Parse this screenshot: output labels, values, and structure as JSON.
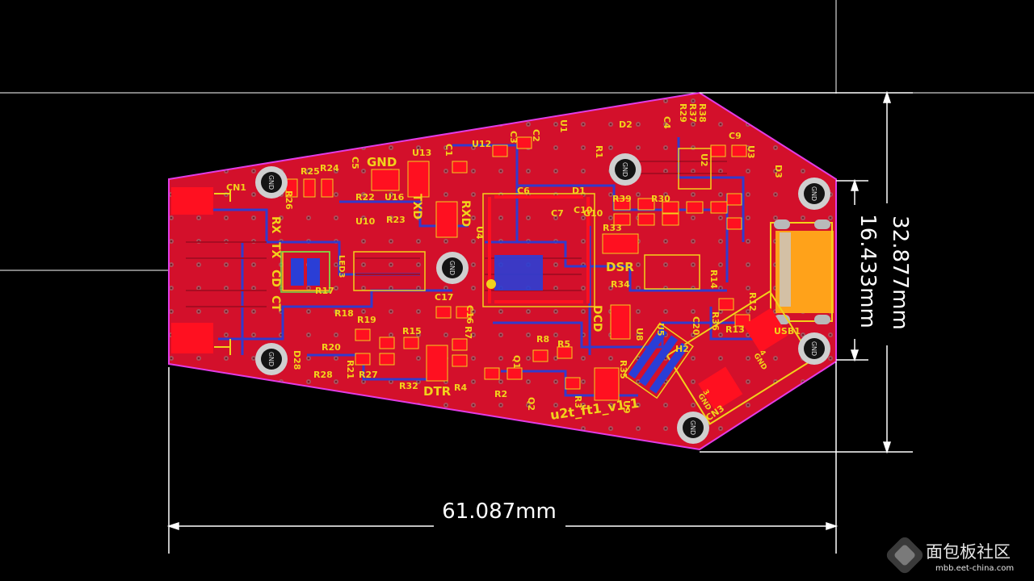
{
  "board": {
    "name_label": "u2t_ft1_v1.1",
    "colors": {
      "background": "#000000",
      "copper": "#d3102b",
      "copper_dark": "#a80c22",
      "trace_blue": "#2a3ed6",
      "silkscreen": "#f2d21b",
      "outline": "#e23ce6",
      "pad": "#ff1020",
      "usb_pad": "#ffa21a",
      "dimension": "#ffffff"
    },
    "silk_labels": {
      "gnd": "GND",
      "rxd": "RXD",
      "txd": "TXD",
      "dsr": "DSR",
      "dcd": "DCD",
      "dtr": "DTR",
      "rx": "RX",
      "tx": "TX",
      "cd": "CD",
      "ct": "CT",
      "cn1": "CN1",
      "cn3": "CN3",
      "usb1": "USB1",
      "led": "LED3"
    },
    "designators": [
      "R25",
      "R24",
      "R26",
      "R22",
      "R23",
      "U16",
      "U10",
      "U13",
      "C5",
      "U12",
      "C1",
      "C2",
      "U1",
      "C3",
      "R1",
      "D2",
      "R38",
      "R37",
      "R29",
      "C4",
      "C9",
      "U3",
      "D3",
      "C6",
      "C7",
      "D1",
      "G10",
      "R39",
      "R30",
      "R33",
      "U4",
      "U2",
      "R34",
      "R17",
      "R18",
      "R19",
      "R15",
      "R20",
      "R21",
      "R27",
      "R28",
      "R32",
      "C17",
      "C16",
      "R7",
      "R4",
      "R8",
      "R5",
      "R2",
      "Q2",
      "R35",
      "R3",
      "U9",
      "U8",
      "U5",
      "H2",
      "C20",
      "R36",
      "R13",
      "R12",
      "R14",
      "Q1",
      "D28",
      "C10"
    ],
    "connector_pins": {
      "cn3_pin3": "3",
      "cn3_pin3_net": "GND",
      "cn3_pin4": "4",
      "cn3_pin4_net": "GND",
      "hole_net": "GND"
    }
  },
  "dimensions": {
    "width": "61.087mm",
    "height_total": "32.877mm",
    "height_usb": "16.433mm"
  },
  "watermark": {
    "text": "面包板社区",
    "url": "mbb.eet-china.com"
  }
}
